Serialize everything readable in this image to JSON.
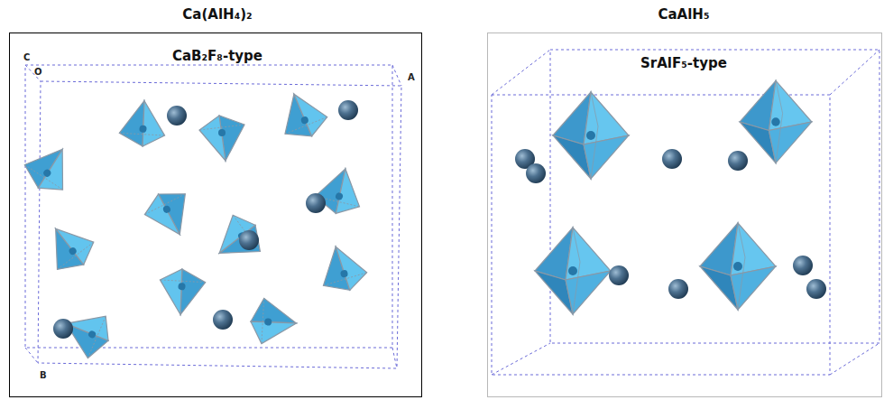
{
  "diagram": {
    "nodes": [
      {
        "text": [
          "Ca(AlH₄)₂",
          "CaB₂F₈-type"
        ]
      },
      {
        "text": [
          "CaAlH₅",
          "SrAlF₅-type"
        ]
      }
    ],
    "labels": [
      "C",
      "O",
      "A",
      "B"
    ]
  }
}
